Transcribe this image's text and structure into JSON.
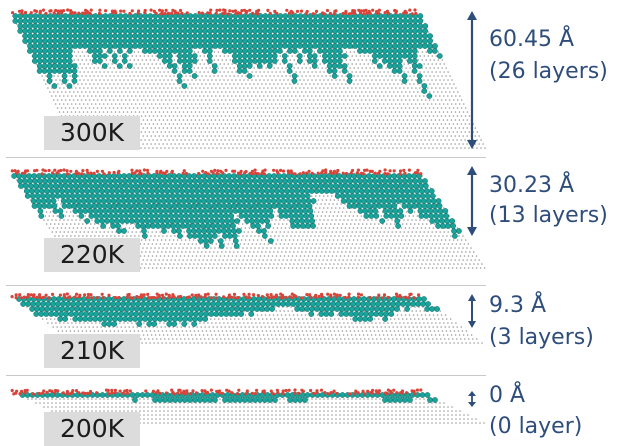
{
  "colors": {
    "lattice_dot": "#9a9a9a",
    "crystal_atom": "#1aa39a",
    "crystal_atom_edge": "#0e6f68",
    "surface_atom": "#d9443a",
    "arrow": "#2e4d7a",
    "label_bg": "#dcdcdc"
  },
  "panels": [
    {
      "temperature": "300K",
      "thickness": "60.45 Å",
      "layers": "(26 layers)",
      "crystal_fraction": 1.0,
      "icon": "double-arrow-icon"
    },
    {
      "temperature": "220K",
      "thickness": "30.23 Å",
      "layers": "(13 layers)",
      "crystal_fraction": 0.5,
      "icon": "double-arrow-icon"
    },
    {
      "temperature": "210K",
      "thickness": "9.3 Å",
      "layers": "(3 layers)",
      "crystal_fraction": 0.15,
      "icon": "double-arrow-icon"
    },
    {
      "temperature": "200K",
      "thickness": "0 Å",
      "layers": "(0 layer)",
      "crystal_fraction": 0.0,
      "icon": "double-arrow-icon"
    }
  ]
}
